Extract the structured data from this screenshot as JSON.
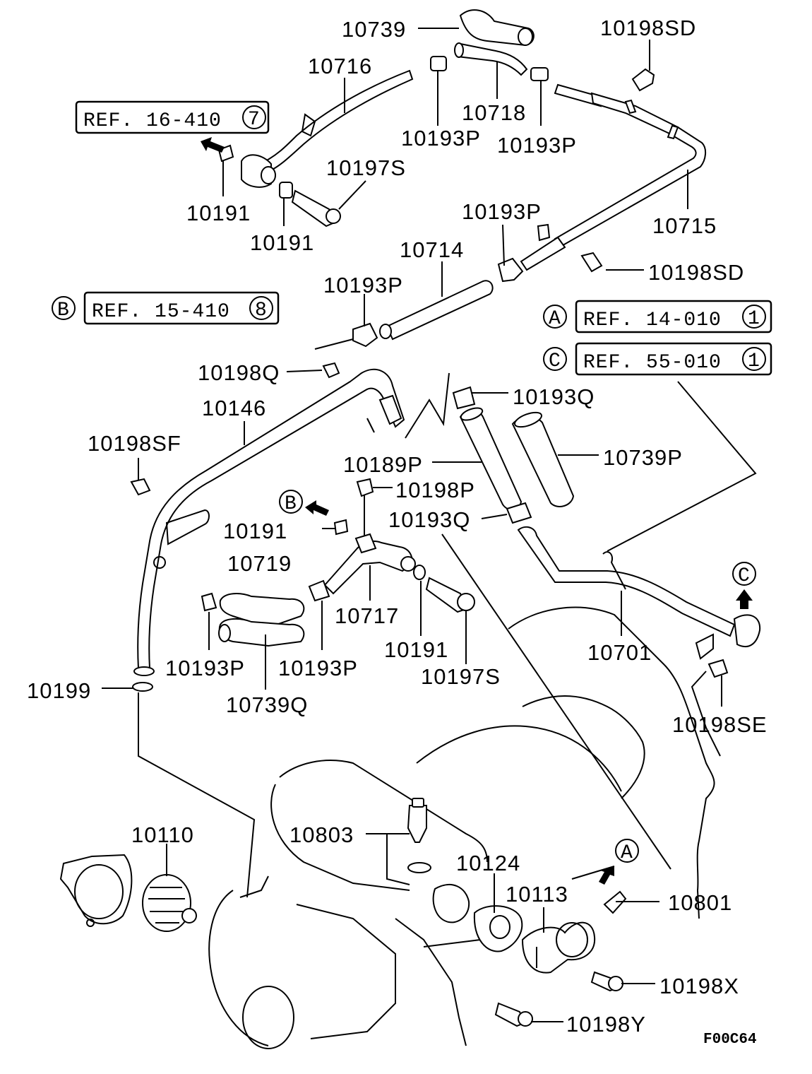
{
  "figure_code": "F00C64",
  "part_labels": [
    {
      "id": "p-10739",
      "text": "10739"
    },
    {
      "id": "p-10198SD-top",
      "text": "10198SD"
    },
    {
      "id": "p-10716",
      "text": "10716"
    },
    {
      "id": "p-10718",
      "text": "10718"
    },
    {
      "id": "p-10193P-a",
      "text": "10193P"
    },
    {
      "id": "p-10193P-b",
      "text": "10193P"
    },
    {
      "id": "p-10197S-top",
      "text": "10197S"
    },
    {
      "id": "p-10191-a",
      "text": "10191"
    },
    {
      "id": "p-10191-b",
      "text": "10191"
    },
    {
      "id": "p-10193P-c",
      "text": "10193P"
    },
    {
      "id": "p-10715",
      "text": "10715"
    },
    {
      "id": "p-10714",
      "text": "10714"
    },
    {
      "id": "p-10198SD-mid",
      "text": "10198SD"
    },
    {
      "id": "p-10193P-d",
      "text": "10193P"
    },
    {
      "id": "p-10198Q",
      "text": "10198Q"
    },
    {
      "id": "p-10193Q-top",
      "text": "10193Q"
    },
    {
      "id": "p-10146",
      "text": "10146"
    },
    {
      "id": "p-10198SF",
      "text": "10198SF"
    },
    {
      "id": "p-10189P",
      "text": "10189P"
    },
    {
      "id": "p-10739P",
      "text": "10739P"
    },
    {
      "id": "p-10198P",
      "text": "10198P"
    },
    {
      "id": "p-10191-c",
      "text": "10191"
    },
    {
      "id": "p-10193Q-mid",
      "text": "10193Q"
    },
    {
      "id": "p-10719",
      "text": "10719"
    },
    {
      "id": "p-10717",
      "text": "10717"
    },
    {
      "id": "p-10701",
      "text": "10701"
    },
    {
      "id": "p-10191-d",
      "text": "10191"
    },
    {
      "id": "p-10193P-e",
      "text": "10193P"
    },
    {
      "id": "p-10193P-f",
      "text": "10193P"
    },
    {
      "id": "p-10199",
      "text": "10199"
    },
    {
      "id": "p-10197S-mid",
      "text": "10197S"
    },
    {
      "id": "p-10198SE",
      "text": "10198SE"
    },
    {
      "id": "p-10739Q",
      "text": "10739Q"
    },
    {
      "id": "p-10110",
      "text": "10110"
    },
    {
      "id": "p-10803",
      "text": "10803"
    },
    {
      "id": "p-10124",
      "text": "10124"
    },
    {
      "id": "p-10113",
      "text": "10113"
    },
    {
      "id": "p-10801",
      "text": "10801"
    },
    {
      "id": "p-10198X",
      "text": "10198X"
    },
    {
      "id": "p-10198Y",
      "text": "10198Y"
    }
  ],
  "references": [
    {
      "id": "ref-16-410",
      "text": "REF. 16-410",
      "num": "7"
    },
    {
      "id": "ref-15-410",
      "text": "REF. 15-410",
      "num": "8",
      "tag": "B"
    },
    {
      "id": "ref-14-010",
      "text": "REF. 14-010",
      "num": "1",
      "tag": "A"
    },
    {
      "id": "ref-55-010",
      "text": "REF. 55-010",
      "num": "1",
      "tag": "C"
    }
  ],
  "arrow_markers": [
    {
      "id": "marker-B",
      "text": "B"
    },
    {
      "id": "marker-C",
      "text": "C"
    },
    {
      "id": "marker-A",
      "text": "A"
    }
  ]
}
